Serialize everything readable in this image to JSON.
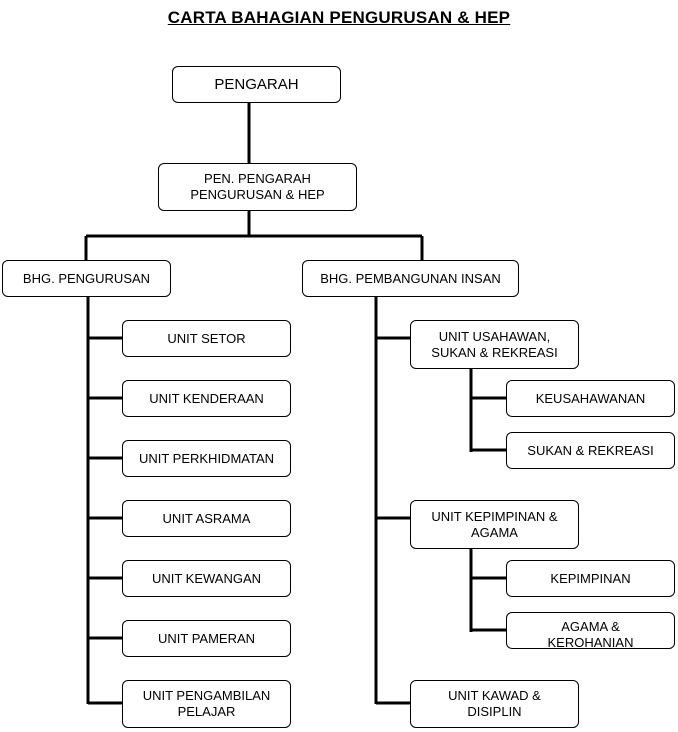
{
  "title": "CARTA BAHAGIAN PENGURUSAN & HEP",
  "nodes": {
    "pengarah": "PENGARAH",
    "pen_pengarah": "PEN. PENGARAH\nPENGURUSAN & HEP",
    "bhg_pengurusan": "BHG. PENGURUSAN",
    "bhg_pembangunan": "BHG. PEMBANGUNAN INSAN",
    "unit_setor": "UNIT SETOR",
    "unit_kenderaan": "UNIT KENDERAAN",
    "unit_perkhidmatan": "UNIT PERKHIDMATAN",
    "unit_asrama": "UNIT ASRAMA",
    "unit_kewangan": "UNIT KEWANGAN",
    "unit_pameran": "UNIT PAMERAN",
    "unit_pengambilan": "UNIT PENGAMBILAN\nPELAJAR",
    "unit_usahawan": "UNIT USAHAWAN,\nSUKAN & REKREASI",
    "keusahawanan": "KEUSAHAWANAN",
    "sukan_rekreasi": "SUKAN & REKREASI",
    "unit_kepimpinan": "UNIT KEPIMPINAN &\nAGAMA",
    "kepimpinan": "KEPIMPINAN",
    "agama": "AGAMA &\nKEROHANIAN",
    "unit_kawad": "UNIT KAWAD &\nDISIPLIN"
  }
}
